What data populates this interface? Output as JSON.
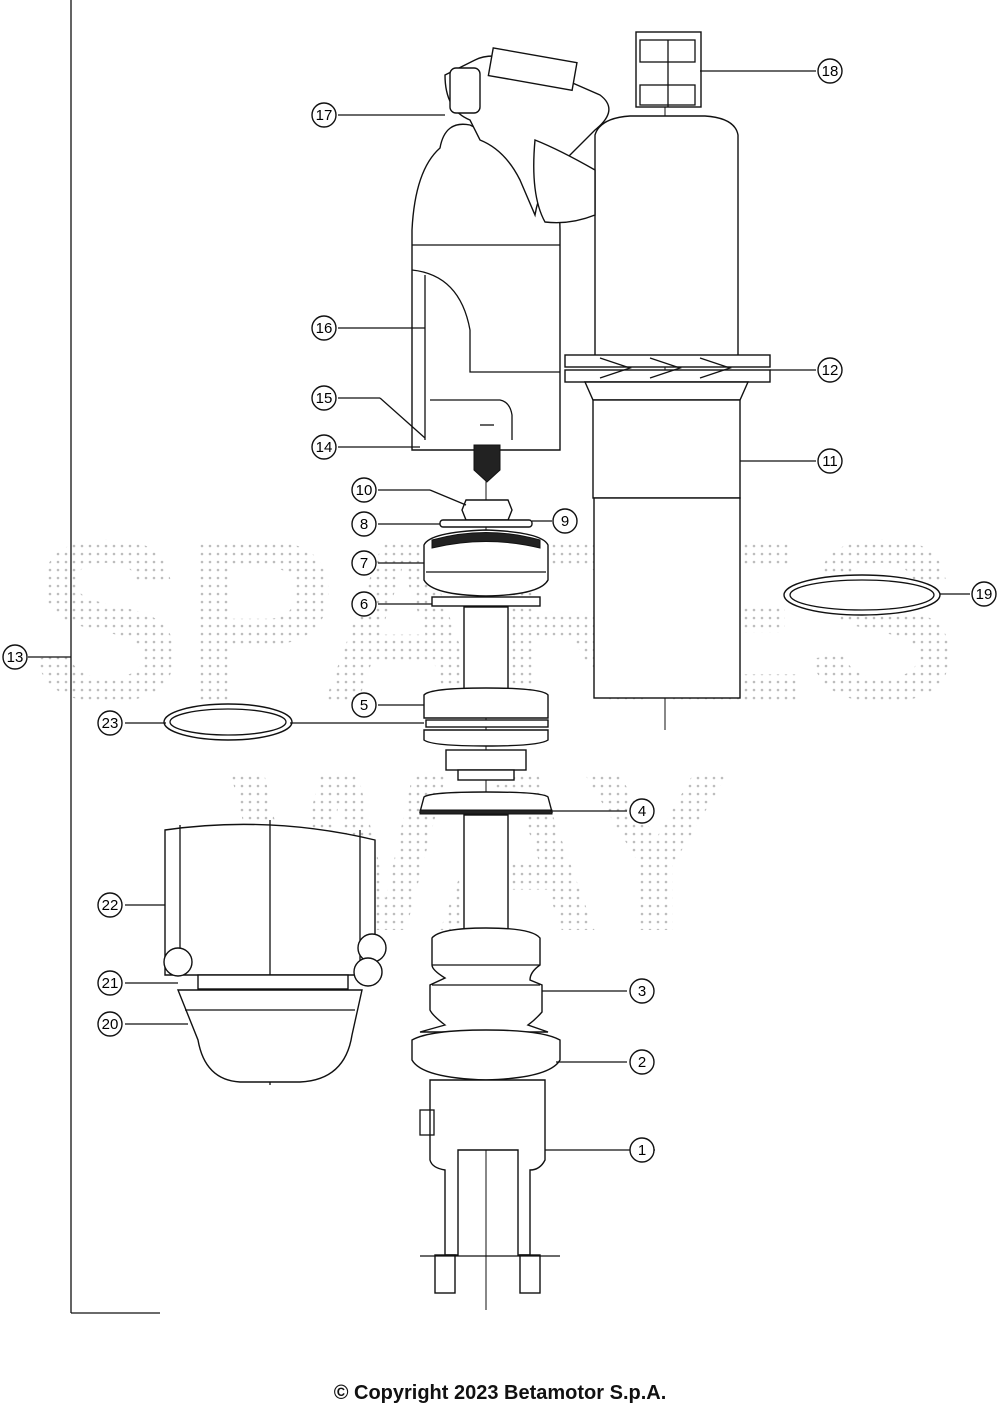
{
  "diagram": {
    "callouts": [
      {
        "id": "1",
        "label": "1"
      },
      {
        "id": "2",
        "label": "2"
      },
      {
        "id": "3",
        "label": "3"
      },
      {
        "id": "4",
        "label": "4"
      },
      {
        "id": "5",
        "label": "5"
      },
      {
        "id": "6",
        "label": "6"
      },
      {
        "id": "7",
        "label": "7"
      },
      {
        "id": "8",
        "label": "8"
      },
      {
        "id": "9",
        "label": "9"
      },
      {
        "id": "10",
        "label": "10"
      },
      {
        "id": "11",
        "label": "11"
      },
      {
        "id": "12",
        "label": "12"
      },
      {
        "id": "13",
        "label": "13"
      },
      {
        "id": "14",
        "label": "14"
      },
      {
        "id": "15",
        "label": "15"
      },
      {
        "id": "16",
        "label": "16"
      },
      {
        "id": "17",
        "label": "17"
      },
      {
        "id": "18",
        "label": "18"
      },
      {
        "id": "19",
        "label": "19"
      },
      {
        "id": "20",
        "label": "20"
      },
      {
        "id": "21",
        "label": "21"
      },
      {
        "id": "22",
        "label": "22"
      },
      {
        "id": "23",
        "label": "23"
      }
    ],
    "watermark_text": "SPARES WAY"
  },
  "footer": {
    "copyright": "© Copyright 2023 Betamotor S.p.A."
  },
  "colors": {
    "line": "#111111",
    "watermark_dots": "#bdbdbd",
    "background": "#ffffff"
  }
}
